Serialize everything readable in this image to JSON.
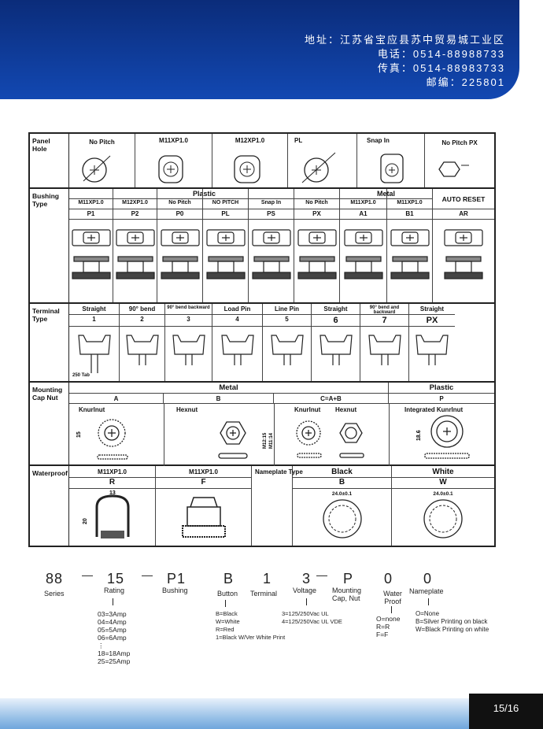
{
  "header": {
    "address": "地址：江苏省宝应县苏中贸易城工业区",
    "phone": "电话：0514-88988733",
    "fax": "传真：0514-88983733",
    "postcode": "邮编：225801"
  },
  "table": {
    "panel_hole": {
      "label": "Panel Hole",
      "cols": [
        "No Pitch",
        "M11XP1.0",
        "M12XP1.0",
        "PL",
        "Snap In",
        "No Pitch  PX"
      ]
    },
    "bushing": {
      "label": "Bushing Type",
      "group_plastic": "Plastic",
      "group_metal": "Metal",
      "auto_reset": "AUTO RESET",
      "cols": [
        {
          "top": "M11XP1.0",
          "code": "P1"
        },
        {
          "top": "M12XP1.0",
          "code": "P2"
        },
        {
          "top": "No Pitch",
          "code": "P0"
        },
        {
          "top": "NO PITCH",
          "code": "PL"
        },
        {
          "top": "Snap In",
          "code": "PS"
        },
        {
          "top": "No Pitch",
          "code": "PX"
        },
        {
          "top": "M11XP1.0",
          "code": "A1"
        },
        {
          "top": "M11XP1.0",
          "code": "B1"
        },
        {
          "top": "",
          "code": "AR"
        }
      ]
    },
    "terminal": {
      "label": "Terminal Type",
      "cols": [
        {
          "name": "Straight",
          "code": "1"
        },
        {
          "name": "90° bend",
          "code": "2"
        },
        {
          "name": "90° bend backward",
          "code": "3"
        },
        {
          "name": "Load Pin",
          "code": "4"
        },
        {
          "name": "Line Pin",
          "code": "5"
        },
        {
          "name": "Straight",
          "code": "6"
        },
        {
          "name": "90° bend and backward",
          "code": "7"
        },
        {
          "name": "Straight",
          "code": "PX"
        }
      ],
      "tab_note": "250 Tab"
    },
    "mounting": {
      "label": "Mounting Cap Nut",
      "metal": "Metal",
      "plastic": "Plastic",
      "codes": [
        "A",
        "B",
        "C=A+B",
        "P"
      ],
      "names": [
        "Knurlnut",
        "Hexnut",
        "Knurlnut",
        "Hexnut",
        "Integrated Kunrlnut"
      ],
      "dims": [
        "15",
        "M12:15",
        "M11:14",
        "18.6"
      ]
    },
    "waterproof": {
      "label": "Waterproof",
      "cols": [
        {
          "top": "M11XP1.0",
          "code": "R"
        },
        {
          "top": "M11XP1.0",
          "code": "F"
        }
      ],
      "nameplate_label": "Nameplate Type",
      "black": {
        "name": "Black",
        "code": "B",
        "dim": "24.0±0.1"
      },
      "white": {
        "name": "White",
        "code": "W",
        "dim": "24.0±0.1"
      },
      "dims": [
        "13",
        "20"
      ]
    }
  },
  "order_code": {
    "parts": [
      "88",
      "15",
      "P1",
      "B",
      "1",
      "3",
      "P",
      "0",
      "0"
    ],
    "labels": [
      "Series",
      "Rating",
      "Bushing",
      "Button",
      "Terminal",
      "Voltage",
      "Mounting Cap, Nut",
      "Water Proof",
      "Nameplate"
    ],
    "rating_opts": [
      "03=3Amp",
      "04=4Amp",
      "05=5Amp",
      "06=6Amp",
      "⋮",
      "18=18Amp",
      "25=25Amp"
    ],
    "button_opts": [
      "B=Black",
      "W=White",
      "R=Red",
      "1=Black W/Ver White Print"
    ],
    "voltage_opts": [
      "3=125/250Vac UL",
      "4=125/250Vac UL VDE"
    ],
    "water_opts": [
      "O=none",
      "R=R",
      "F=F"
    ],
    "nameplate_opts": [
      "O=None",
      "B=Silver Printing on black",
      "W=Black Printing on white"
    ]
  },
  "footer": {
    "page": "15/16"
  }
}
